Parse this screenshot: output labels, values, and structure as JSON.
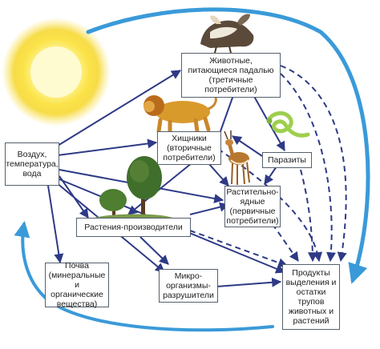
{
  "nodes": {
    "scavengers": {
      "label": "Животные, питающиеся падалью (третичные потребители)"
    },
    "predators": {
      "label": "Хищники (вторичные потребители)"
    },
    "parasites": {
      "label": "Паразиты"
    },
    "environment": {
      "label": "Воздух, температура, вода"
    },
    "herbivores": {
      "label": "Растительно-ядные (первичные потребители)"
    },
    "plants": {
      "label": "Растения-производители"
    },
    "soil": {
      "label": "Почва (минеральные и органические вещества)"
    },
    "microbes": {
      "label": "Микро-организмы-разрушители"
    },
    "remains": {
      "label": "Продукты выделения и остатки трупов животных и растений"
    }
  },
  "pictures": [
    "sun",
    "vulture",
    "lion",
    "antelope",
    "snake",
    "trees"
  ],
  "colors": {
    "arrow": "#2e3a86",
    "cycle": "#3a9ad9",
    "sun_core": "#fff7b0",
    "sun_halo": "#f3d21a",
    "box_border": "#55606e"
  }
}
